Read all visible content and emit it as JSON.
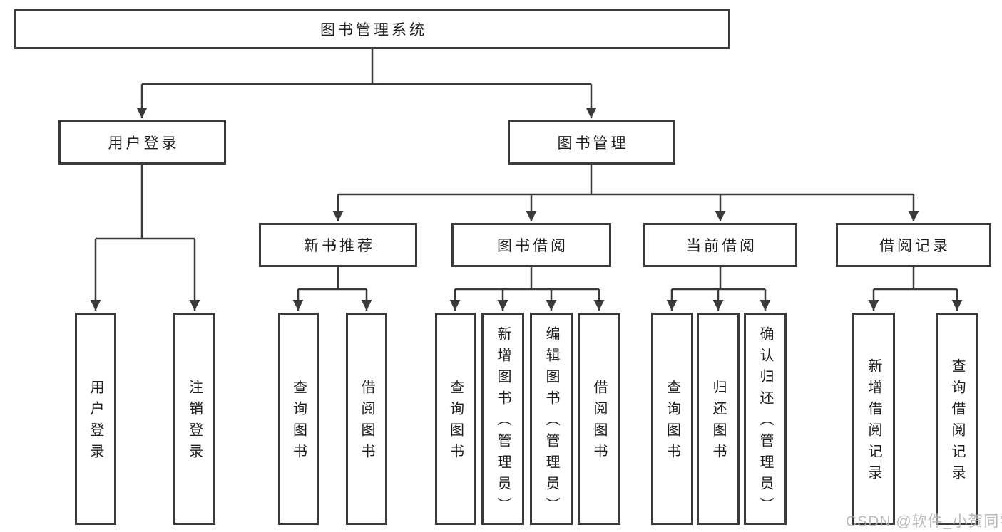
{
  "colors": {
    "line": "#3a3a3a",
    "text": "#1e1e1e",
    "watermark": "#b3b3b3",
    "bg": "#ffffff"
  },
  "nodes": {
    "root": "图书管理系统",
    "user_login": "用户登录",
    "book_mgmt": "图书管理",
    "new_book_rec": "新书推荐",
    "book_borrow": "图书借阅",
    "current_borrow": "当前借阅",
    "borrow_record": "借阅记录",
    "ul_login": "用户登录",
    "ul_logout": "注销登录",
    "nbr_query": "查询图书",
    "nbr_borrow": "借阅图书",
    "bb_query": "查询图书",
    "bb_add": "新增图书（管理员）",
    "bb_edit": "编辑图书（管理员）",
    "bb_borrow": "借阅图书",
    "cb_query": "查询图书",
    "cb_return": "归还图书",
    "cb_confirm": "确认归还（管理员）",
    "br_add": "新增借阅记录",
    "br_query": "查询借阅记录"
  },
  "watermark": {
    "text": "CSDN @软件_小贺同学"
  }
}
